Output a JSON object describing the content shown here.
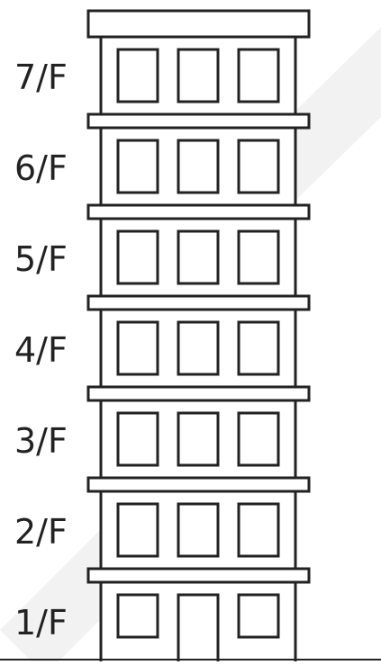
{
  "building": {
    "floors": [
      {
        "label": "7/F",
        "windows": 3,
        "has_door": false
      },
      {
        "label": "6/F",
        "windows": 3,
        "has_door": false
      },
      {
        "label": "5/F",
        "windows": 3,
        "has_door": false
      },
      {
        "label": "4/F",
        "windows": 3,
        "has_door": false
      },
      {
        "label": "3/F",
        "windows": 3,
        "has_door": false
      },
      {
        "label": "2/F",
        "windows": 3,
        "has_door": false
      },
      {
        "label": "1/F",
        "windows": 2,
        "has_door": true
      }
    ]
  },
  "colors": {
    "stroke": "#222222",
    "fill": "#ffffff",
    "text": "#222222",
    "watermark": "#f2f2f2"
  }
}
